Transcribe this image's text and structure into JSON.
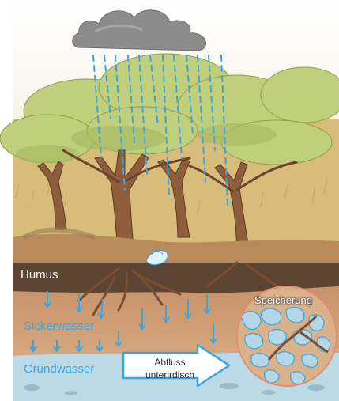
{
  "labels": {
    "humus": "Humus",
    "sickerwasser": "Sickerwasser",
    "grundwasser": "Grundwasser",
    "abfluss_line1": "Abfluss",
    "abfluss_line2": "unterirdisch",
    "speicherung": "Speicherung"
  },
  "colors": {
    "sky": "#ffffff",
    "cloud": "#8c8c8c",
    "rain": "#3aa6e0",
    "foliage": "#bfcf7a",
    "grass": "#d9c07a",
    "trunk": "#8a5a3a",
    "humus": "#5b4330",
    "soil": "#c8946a",
    "groundwater": "#bcd9e6",
    "storage_circle": "#e0a07a",
    "arrow": "#3aa6e0",
    "label_blue": "#3aa6e0"
  },
  "icons": [
    "rain-cloud-icon",
    "water-splash-icon",
    "runoff-arrow-icon"
  ]
}
